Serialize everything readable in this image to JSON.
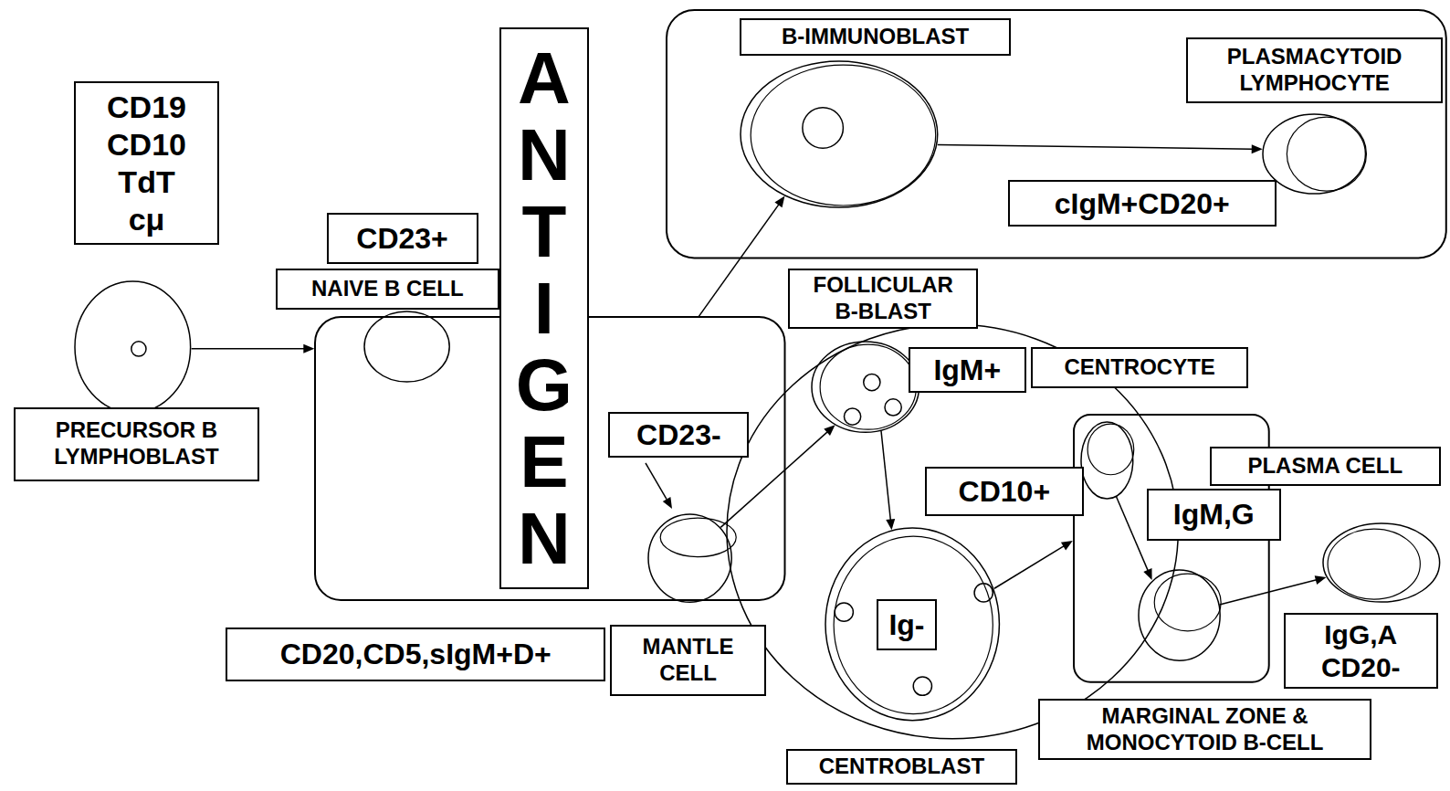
{
  "diagram": {
    "nodes": [
      {
        "text": [
          "CD19 CD10 TdT cμ",
          "PRECURSOR B LYMPHOBLAST"
        ]
      },
      {
        "text": [
          "ANTIGEN"
        ]
      },
      {
        "text": [
          "cIgM+CD20+"
        ]
      },
      {
        "text": [
          "B-IMMUNOBLAST"
        ],
        "in": 2
      },
      {
        "text": [
          "PLASMACYTOID LYMPHOCYTE"
        ],
        "in": 2
      },
      {
        "text": [
          "CD20,CD5,sIgM+D+"
        ]
      },
      {
        "text": [
          "CD23+",
          "NAIVE B CELL"
        ],
        "in": 5
      },
      {
        "text": [
          "CD23-",
          "MANTLE CELL"
        ],
        "in": 5
      },
      {
        "text": [
          "CD10+"
        ]
      },
      {
        "text": [
          "FOLLICULAR B-BLAST",
          "IgM+"
        ],
        "in": 8
      },
      {
        "text": [
          "Ig-",
          "CENTROBLAST"
        ],
        "in": 8
      },
      {
        "text": [
          "MARGINAL ZONE & MONOCYTOID B-CELL"
        ]
      },
      {
        "text": [
          "CENTROCYTE"
        ],
        "in": 11
      },
      {
        "text": [
          "IgM,G"
        ],
        "in": 11
      },
      {
        "text": [
          "PLASMA CELL",
          "IgG,A CD20-"
        ]
      }
    ],
    "edges": [
      {
        "from": 0,
        "to": 5,
        "arrow": "to"
      },
      {
        "from": 5,
        "to": 3,
        "arrow": "to"
      },
      {
        "from": 3,
        "to": 4,
        "arrow": "to"
      },
      {
        "from": 7,
        "to": 9,
        "arrow": "to"
      },
      {
        "from": 9,
        "to": 10,
        "arrow": "to"
      },
      {
        "from": 10,
        "to": 11,
        "arrow": "to"
      },
      {
        "from": 12,
        "to": 13,
        "arrow": "to"
      },
      {
        "from": 13,
        "to": 14,
        "arrow": "to"
      }
    ]
  }
}
